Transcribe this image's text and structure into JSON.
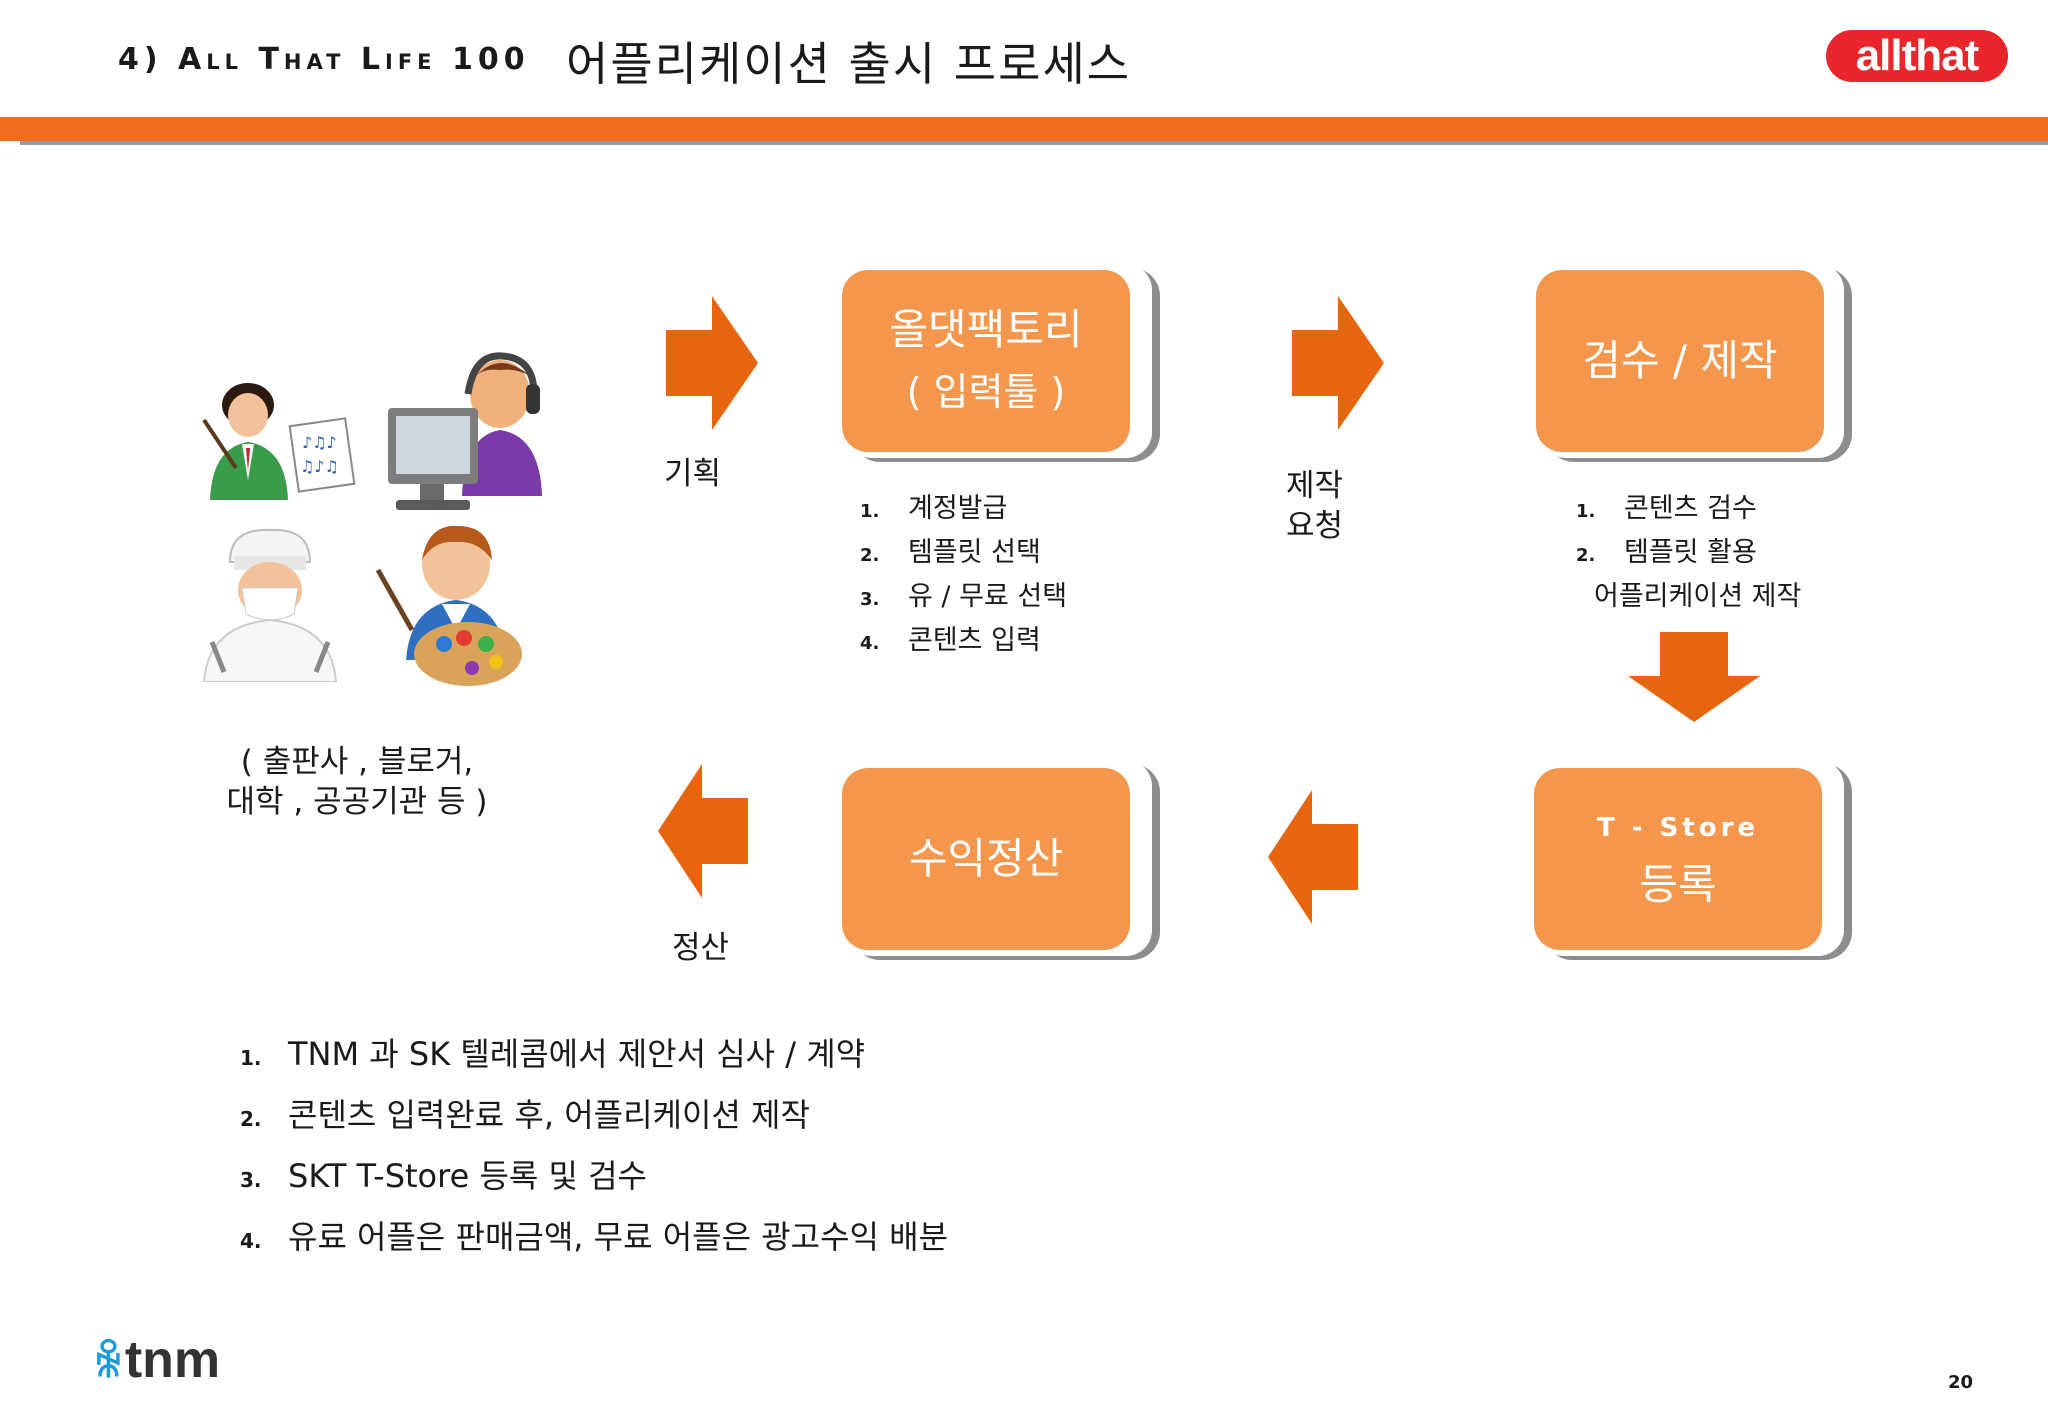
{
  "header": {
    "title_prefix": "4) All That Life 100",
    "title_main": "어플리케이션 출시 프로세스",
    "logo_text": "allthat"
  },
  "colors": {
    "accent_bar": "#f26f22",
    "box_fill": "#f5964d",
    "arrow_fill": "#e8650f",
    "logo_red": "#e8262b"
  },
  "icons": [
    "teacher-icon",
    "call-center-agent-icon",
    "chef-icon",
    "painter-icon"
  ],
  "participants_label": {
    "line1": "( 출판사 , 블로거,",
    "line2": "대학 , 공공기관 등 )"
  },
  "flow": {
    "plan_label": "기획",
    "factory_box": {
      "line1": "올댓팩토리",
      "line2": "( 입력툴 )"
    },
    "factory_steps": [
      {
        "num": "1.",
        "text": "계정발급"
      },
      {
        "num": "2.",
        "text": "템플릿 선택"
      },
      {
        "num": "3.",
        "text": "유 / 무료 선택"
      },
      {
        "num": "4.",
        "text": "콘텐츠 입력"
      }
    ],
    "request_label": {
      "line1": "제작",
      "line2": "요청"
    },
    "review_box": {
      "line1": "검수 / 제작"
    },
    "review_steps": [
      {
        "num": "1.",
        "text": "콘텐츠 검수"
      },
      {
        "num": "2.",
        "text": "템플릿 활용"
      }
    ],
    "review_note": "어플리케이션 제작",
    "tstore_box": {
      "line1": "T - Store",
      "line2": "등록"
    },
    "revenue_box": {
      "line1": "수익정산"
    },
    "settle_label": "정산"
  },
  "bottom_list": [
    {
      "num": "1.",
      "text": "TNM 과 SK 텔레콤에서 제안서 심사 / 계약"
    },
    {
      "num": "2.",
      "text": "콘텐츠 입력완료 후, 어플리케이션 제작"
    },
    {
      "num": "3.",
      "text": "SKT T-Store 등록 및 검수"
    },
    {
      "num": "4.",
      "text": "유료 어플은 판매금액, 무료 어플은 광고수익 배분"
    }
  ],
  "footer": {
    "logo_mark": "ꆜ",
    "logo_text": "tnm",
    "page_number": "20"
  }
}
